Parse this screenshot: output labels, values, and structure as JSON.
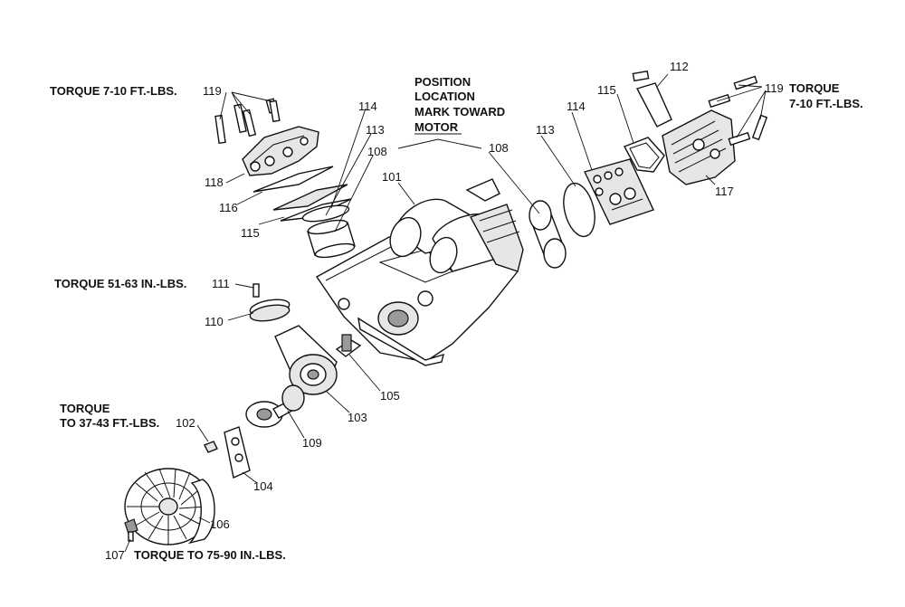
{
  "notes": {
    "head_left_torque": "TORQUE 7-10 FT.-LBS.",
    "position_l1": "POSITION",
    "position_l2": "LOCATION",
    "position_l3": "MARK TOWARD",
    "position_l4": "MOTOR",
    "head_right_torque_l1": "TORQUE",
    "head_right_torque_l2": "7-10 FT.-LBS.",
    "rod_torque": "TORQUE 51-63 IN.-LBS.",
    "fan_nut_torque_l1": "TORQUE",
    "fan_nut_torque_l2": "TO 37-43 FT.-LBS.",
    "fan_screw_torque": "TORQUE TO 75-90 IN.-LBS."
  },
  "parts": {
    "p101": "101",
    "p102": "102",
    "p103": "103",
    "p104": "104",
    "p105": "105",
    "p106": "106",
    "p107": "107",
    "p108a": "108",
    "p108b": "108",
    "p109": "109",
    "p110": "110",
    "p111": "111",
    "p112": "112",
    "p113a": "113",
    "p113b": "113",
    "p114a": "114",
    "p114b": "114",
    "p115a": "115",
    "p115b": "115",
    "p116": "116",
    "p117": "117",
    "p118": "118",
    "p119a": "119",
    "p119b": "119"
  }
}
